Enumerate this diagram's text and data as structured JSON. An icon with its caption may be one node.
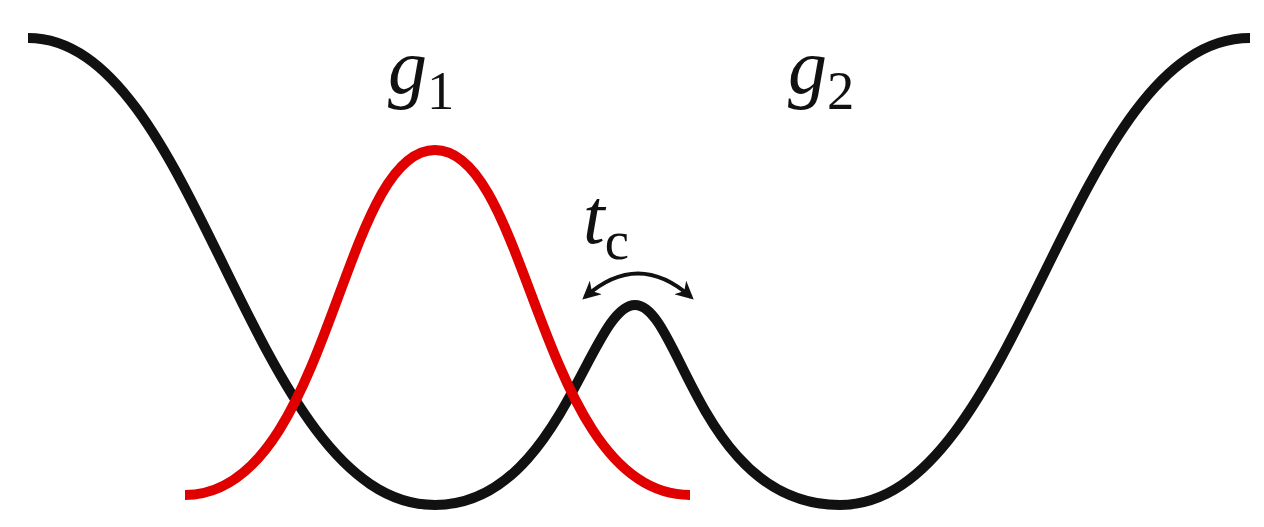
{
  "diagram": {
    "labels": [
      "*g*$_{1}$",
      "*g*$_{2}$",
      "*t*$_{c}$"
    ]
  }
}
